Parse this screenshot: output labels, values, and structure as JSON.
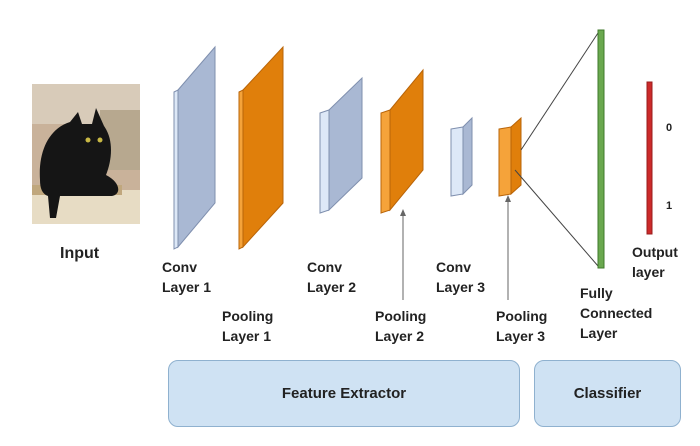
{
  "labels": {
    "input": "Input",
    "conv1": [
      "Conv",
      "Layer 1"
    ],
    "pool1": [
      "Pooling",
      "Layer 1"
    ],
    "conv2": [
      "Conv",
      "Layer 2"
    ],
    "pool2": [
      "Pooling",
      "Layer 2"
    ],
    "conv3": [
      "Conv",
      "Layer 3"
    ],
    "pool3": [
      "Pooling",
      "Layer 3"
    ],
    "fc": [
      "Fully",
      "Connected",
      "Layer"
    ],
    "output": [
      "Output",
      "layer"
    ]
  },
  "output_ticks": [
    "0",
    "1"
  ],
  "groups": {
    "feature_extractor": "Feature Extractor",
    "classifier": "Classifier"
  },
  "colors": {
    "conv_face": "#a9b8d3",
    "conv_front": "#dde8f7",
    "pool_face": "#e07f0b",
    "pool_front": "#f5a33a",
    "fc": "#6aa84f",
    "output": "#cc2a2a",
    "group_fill": "#cfe2f3"
  }
}
